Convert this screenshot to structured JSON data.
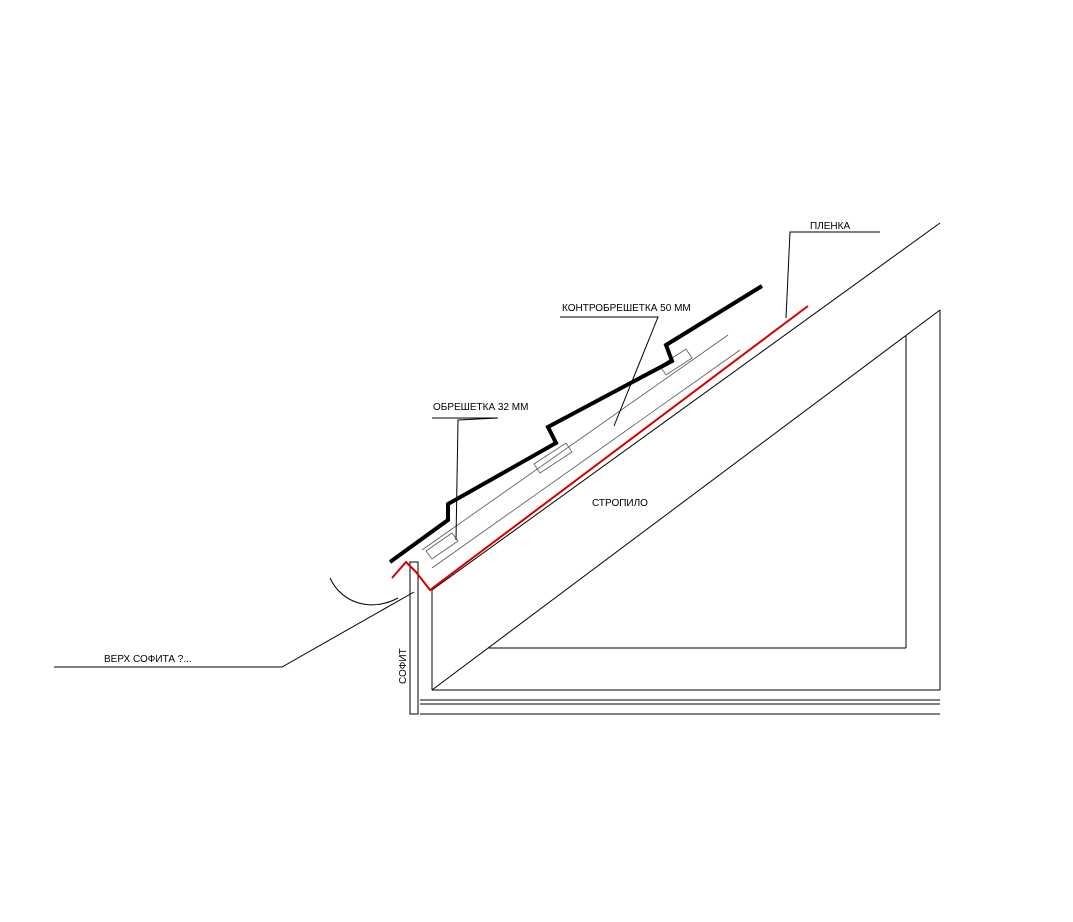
{
  "labels": {
    "film": "ПЛЕНКА",
    "counter_batten": "КОНТРОБРЕШЕТКА   50 ММ",
    "batten": "ОБРЕШЕТКА 32 ММ",
    "rafter": "СТРОПИЛО",
    "soffit_top": "ВЕРХ СОФИТА ?...",
    "soffit": "СОФИТ"
  },
  "colors": {
    "lines": "#000000",
    "membrane": "#d40000",
    "background": "#ffffff"
  }
}
